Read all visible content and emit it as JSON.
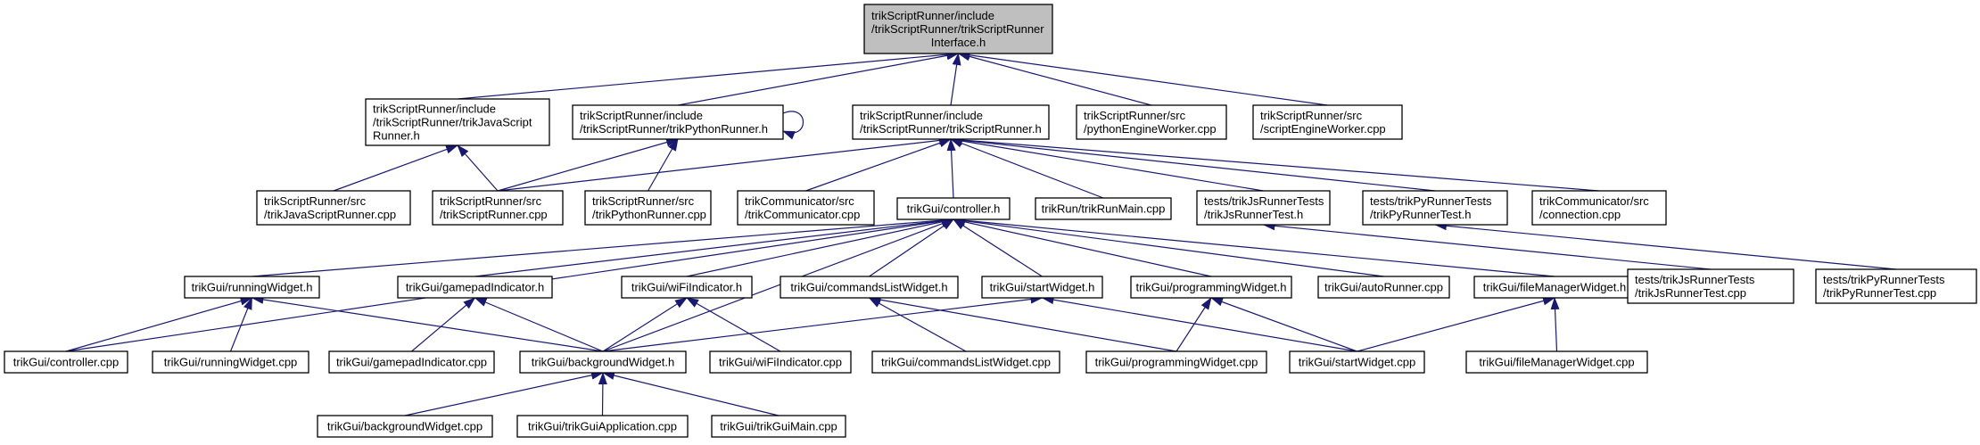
{
  "colors": {
    "root_fill": "#bfbfbf",
    "node_fill": "#ffffff",
    "stroke": "#000000",
    "edge": "#191970"
  },
  "nodes": {
    "root": [
      "trikScriptRunner/include",
      "/trikScriptRunner/trikScriptRunner",
      "Interface.h"
    ],
    "js_runner_h": [
      "trikScriptRunner/include",
      "/trikScriptRunner/trikJavaScript",
      "Runner.h"
    ],
    "py_runner_h": [
      "trikScriptRunner/include",
      "/trikScriptRunner/trikPythonRunner.h"
    ],
    "script_runner_h": [
      "trikScriptRunner/include",
      "/trikScriptRunner/trikScriptRunner.h"
    ],
    "python_engine_worker_cpp": [
      "trikScriptRunner/src",
      "/pythonEngineWorker.cpp"
    ],
    "script_engine_worker_cpp": [
      "trikScriptRunner/src",
      "/scriptEngineWorker.cpp"
    ],
    "js_runner_cpp": [
      "trikScriptRunner/src",
      "/trikJavaScriptRunner.cpp"
    ],
    "script_runner_cpp": [
      "trikScriptRunner/src",
      "/trikScriptRunner.cpp"
    ],
    "py_runner_cpp": [
      "trikScriptRunner/src",
      "/trikPythonRunner.cpp"
    ],
    "communicator_cpp": [
      "trikCommunicator/src",
      "/trikCommunicator.cpp"
    ],
    "controller_h": [
      "trikGui/controller.h"
    ],
    "run_main_cpp": [
      "trikRun/trikRunMain.cpp"
    ],
    "js_test_h": [
      "tests/trikJsRunnerTests",
      "/trikJsRunnerTest.h"
    ],
    "py_test_h": [
      "tests/trikPyRunnerTests",
      "/trikPyRunnerTest.h"
    ],
    "connection_cpp": [
      "trikCommunicator/src",
      "/connection.cpp"
    ],
    "running_widget_h": [
      "trikGui/runningWidget.h"
    ],
    "gamepad_indicator_h": [
      "trikGui/gamepadIndicator.h"
    ],
    "wifi_indicator_h": [
      "trikGui/wiFiIndicator.h"
    ],
    "commands_list_widget_h": [
      "trikGui/commandsListWidget.h"
    ],
    "start_widget_h": [
      "trikGui/startWidget.h"
    ],
    "programming_widget_h": [
      "trikGui/programmingWidget.h"
    ],
    "auto_runner_cpp": [
      "trikGui/autoRunner.cpp"
    ],
    "file_manager_widget_h": [
      "trikGui/fileManagerWidget.h"
    ],
    "js_test_cpp": [
      "tests/trikJsRunnerTests",
      "/trikJsRunnerTest.cpp"
    ],
    "py_test_cpp": [
      "tests/trikPyRunnerTests",
      "/trikPyRunnerTest.cpp"
    ],
    "controller_cpp": [
      "trikGui/controller.cpp"
    ],
    "running_widget_cpp": [
      "trikGui/runningWidget.cpp"
    ],
    "gamepad_indicator_cpp": [
      "trikGui/gamepadIndicator.cpp"
    ],
    "background_widget_h": [
      "trikGui/backgroundWidget.h"
    ],
    "wifi_indicator_cpp": [
      "trikGui/wiFiIndicator.cpp"
    ],
    "commands_list_widget_cpp": [
      "trikGui/commandsListWidget.cpp"
    ],
    "programming_widget_cpp": [
      "trikGui/programmingWidget.cpp"
    ],
    "start_widget_cpp": [
      "trikGui/startWidget.cpp"
    ],
    "file_manager_widget_cpp": [
      "trikGui/fileManagerWidget.cpp"
    ],
    "background_widget_cpp": [
      "trikGui/backgroundWidget.cpp"
    ],
    "gui_application_cpp": [
      "trikGui/trikGuiApplication.cpp"
    ],
    "gui_main_cpp": [
      "trikGui/trikGuiMain.cpp"
    ]
  },
  "edges": [
    [
      "js_runner_h",
      "root"
    ],
    [
      "py_runner_h",
      "root"
    ],
    [
      "script_runner_h",
      "root"
    ],
    [
      "python_engine_worker_cpp",
      "root"
    ],
    [
      "script_engine_worker_cpp",
      "root"
    ],
    [
      "py_runner_h",
      "py_runner_h"
    ],
    [
      "js_runner_cpp",
      "js_runner_h"
    ],
    [
      "script_runner_cpp",
      "js_runner_h"
    ],
    [
      "script_runner_cpp",
      "py_runner_h"
    ],
    [
      "py_runner_cpp",
      "py_runner_h"
    ],
    [
      "script_runner_cpp",
      "script_runner_h"
    ],
    [
      "communicator_cpp",
      "script_runner_h"
    ],
    [
      "controller_h",
      "script_runner_h"
    ],
    [
      "run_main_cpp",
      "script_runner_h"
    ],
    [
      "js_test_h",
      "script_runner_h"
    ],
    [
      "py_test_h",
      "script_runner_h"
    ],
    [
      "connection_cpp",
      "script_runner_h"
    ],
    [
      "js_test_cpp",
      "js_test_h"
    ],
    [
      "py_test_cpp",
      "py_test_h"
    ],
    [
      "controller_cpp",
      "controller_h"
    ],
    [
      "running_widget_h",
      "controller_h"
    ],
    [
      "gamepad_indicator_h",
      "controller_h"
    ],
    [
      "wifi_indicator_h",
      "controller_h"
    ],
    [
      "commands_list_widget_h",
      "controller_h"
    ],
    [
      "start_widget_h",
      "controller_h"
    ],
    [
      "programming_widget_h",
      "controller_h"
    ],
    [
      "auto_runner_cpp",
      "controller_h"
    ],
    [
      "file_manager_widget_h",
      "controller_h"
    ],
    [
      "background_widget_h",
      "controller_h"
    ],
    [
      "controller_cpp",
      "running_widget_h"
    ],
    [
      "running_widget_cpp",
      "running_widget_h"
    ],
    [
      "background_widget_h",
      "running_widget_h"
    ],
    [
      "gamepad_indicator_cpp",
      "gamepad_indicator_h"
    ],
    [
      "background_widget_h",
      "gamepad_indicator_h"
    ],
    [
      "background_widget_h",
      "wifi_indicator_h"
    ],
    [
      "wifi_indicator_cpp",
      "wifi_indicator_h"
    ],
    [
      "commands_list_widget_cpp",
      "commands_list_widget_h"
    ],
    [
      "programming_widget_cpp",
      "commands_list_widget_h"
    ],
    [
      "background_widget_h",
      "start_widget_h"
    ],
    [
      "start_widget_cpp",
      "start_widget_h"
    ],
    [
      "programming_widget_cpp",
      "programming_widget_h"
    ],
    [
      "start_widget_cpp",
      "programming_widget_h"
    ],
    [
      "start_widget_cpp",
      "file_manager_widget_h"
    ],
    [
      "file_manager_widget_cpp",
      "file_manager_widget_h"
    ],
    [
      "background_widget_cpp",
      "background_widget_h"
    ],
    [
      "gui_application_cpp",
      "background_widget_h"
    ],
    [
      "gui_main_cpp",
      "background_widget_h"
    ]
  ]
}
